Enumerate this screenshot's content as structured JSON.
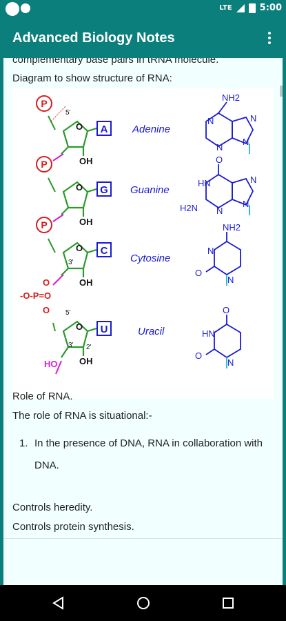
{
  "status_bar": {
    "time": "5:00",
    "network": "LTE"
  },
  "app_bar": {
    "title": "Advanced Biology Notes"
  },
  "content": {
    "partial_text": "complementary base pairs in tRNA molecule.",
    "diagram_caption": "Diagram to show structure of RNA:",
    "diagram": {
      "phosphate": "P",
      "prime5": "5'",
      "prime3": "3'",
      "prime2": "2'",
      "oh": "OH",
      "ho": "HO",
      "phosphate_bridge_top": "O",
      "phosphate_bridge_mid": "-O-P=O",
      "phosphate_bridge_bot": "O",
      "ring_o": "O",
      "bases": [
        {
          "letter": "A",
          "name": "Adenine"
        },
        {
          "letter": "G",
          "name": "Guanine"
        },
        {
          "letter": "C",
          "name": "Cytosine"
        },
        {
          "letter": "U",
          "name": "Uracil"
        }
      ],
      "structures": {
        "adenine": {
          "nh2": "NH2",
          "n": "N"
        },
        "guanine": {
          "o": "O",
          "hn": "HN",
          "h2n": "H2N",
          "n": "N"
        },
        "cytosine": {
          "nh2": "NH2",
          "n": "N",
          "o": "O"
        },
        "uracil": {
          "o": "O",
          "hn": "HN",
          "n": "N"
        }
      }
    },
    "role_heading": "Role of RNA.",
    "role_intro": "The role of RNA is situational:-",
    "list": [
      {
        "num": "1.",
        "text": "In the presence of DNA, RNA in collaboration with DNA."
      }
    ],
    "controls_heredity": "Controls heredity.",
    "controls_protein": "Controls protein synthesis."
  },
  "colors": {
    "primary": "#0b7f7c",
    "background": "#f1ffff",
    "sugar_green": "#2a9a2a",
    "base_blue": "#1a1ad4",
    "phosphate_red": "#d81b1b",
    "magenta": "#d81bd8"
  }
}
